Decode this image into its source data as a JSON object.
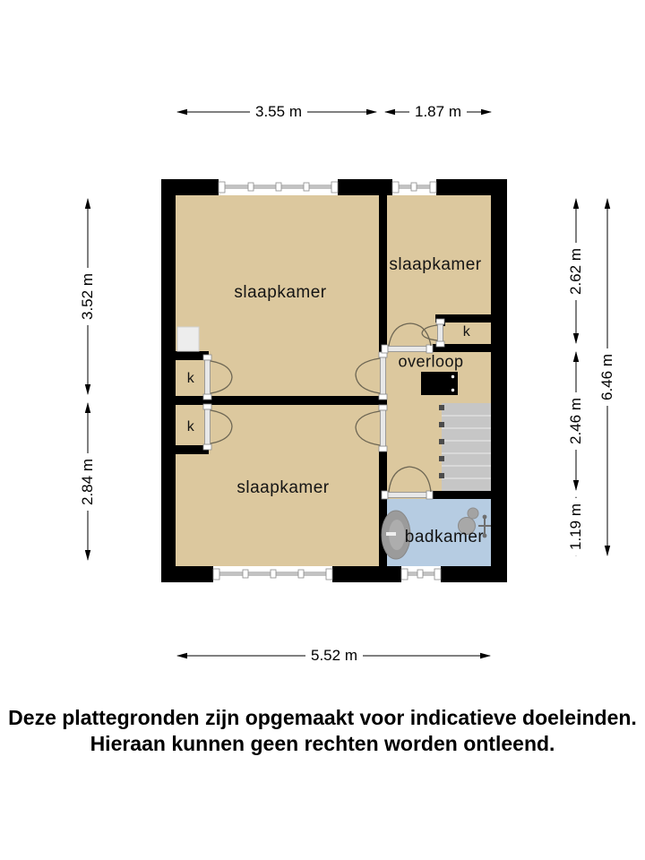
{
  "rooms": {
    "bedroom_top_left": "slaapkamer",
    "bedroom_top_right": "slaapkamer",
    "bedroom_bottom": "slaapkamer",
    "landing": "overloop",
    "bathroom": "badkamer",
    "closets": [
      "k",
      "k",
      "k"
    ]
  },
  "dimensions": {
    "top": [
      "3.55 m",
      "1.87 m"
    ],
    "left": [
      "3.52 m",
      "2.84 m"
    ],
    "right_inner": [
      "2.62 m",
      "2.46 m",
      "1.19 m"
    ],
    "right_outer": "6.46 m",
    "bottom": "5.52 m"
  },
  "footer": {
    "line1": "Deze plattegronden zijn opgemaakt voor indicatieve doeleinden.",
    "line2": "Hieraan kunnen geen rechten worden ontleend."
  },
  "colors": {
    "wall": "#000000",
    "floor": "#dcc89e",
    "bathroom_floor": "#b6cce2",
    "stairs": "#c6c6c6",
    "text": "#141414"
  }
}
